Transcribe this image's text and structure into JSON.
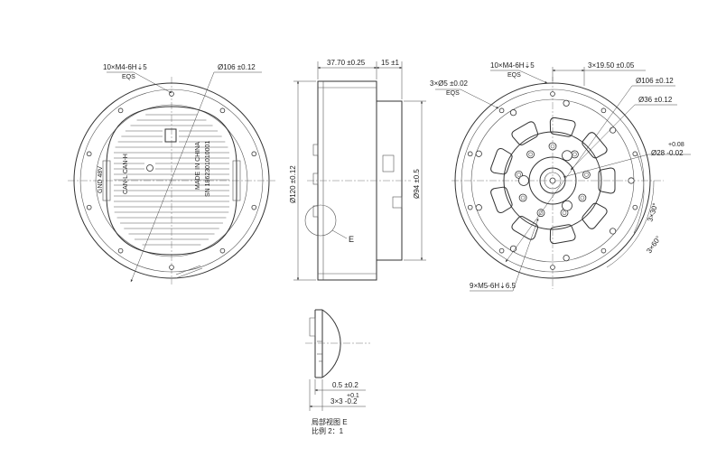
{
  "front": {
    "thread_callout": "10×M4-6H⇣5",
    "thread_eqs": "EQS",
    "diameter_label": "Ø106 ±0.12",
    "plate_text_1": "SN 1862301010001",
    "plate_text_2": "MADE IN CHINA",
    "plate_text_3": "CAN-L CAN-H",
    "plate_text_4": "GND 48V"
  },
  "side": {
    "length_label": "37.70 ±0.25",
    "flange_label": "15 ±1",
    "outer_diameter": "Ø120 ±0.12",
    "inner_diameter": "Ø94 ±0.5",
    "detail_marker": "E"
  },
  "rear": {
    "pin_callout": "3×Ø5 ±0.02",
    "pin_eqs": "EQS",
    "thread_callout": "10×M4-6H⇣5",
    "thread_eqs": "EQS",
    "spacing_label": "3×19.50 ±0.05",
    "pcd_label": "Ø106 ±0.12",
    "inner_pcd_label": "Ø36 ±0.12",
    "bore_tol_upper": "+0.08",
    "bore_label": "Ø28 -0.02",
    "angle_30": "3×30°",
    "angle_60": "3×60°",
    "inner_thread_callout": "9×M5-6H⇣6.5"
  },
  "detail": {
    "dim_chamfer": "0.5 ±0.2",
    "tol_upper": "+0.1",
    "dim_groove": "3×3 -0.2",
    "title": "局部视图 E",
    "scale": "比例 2：1"
  }
}
